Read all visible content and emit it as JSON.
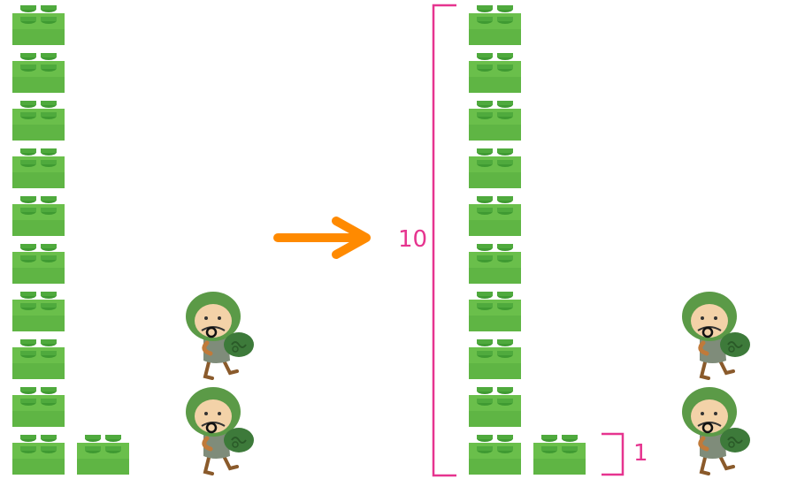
{
  "left_group": {
    "column_bricks": 10,
    "extra_bricks": 1,
    "thieves": 2
  },
  "right_group": {
    "column_bricks": 10,
    "extra_bricks": 1,
    "thieves": 2,
    "tall_bracket_label": "10",
    "short_bracket_label": "1"
  },
  "colors": {
    "brick": "#6abf4b",
    "brick_dark": "#3f9a32",
    "arrow": "#ff8a00",
    "bracket": "#e6348f",
    "hood": "#5b9a47",
    "skin": "#f3d2a8"
  },
  "icons": {
    "arrow": "right-arrow-icon",
    "brick": "lego-brick-icon",
    "character": "thief-icon"
  }
}
